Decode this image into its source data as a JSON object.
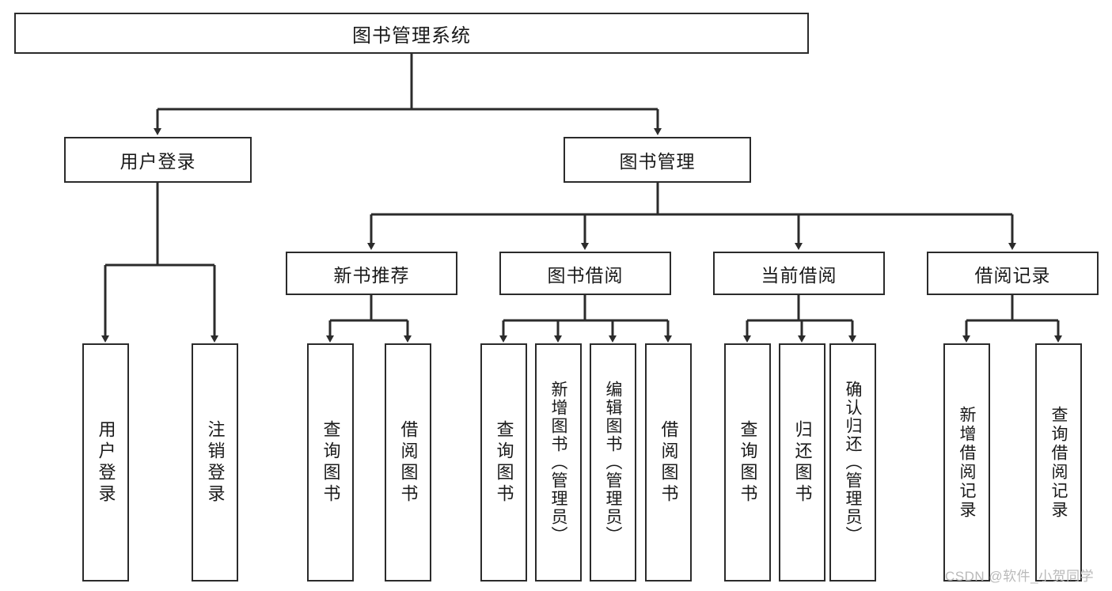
{
  "diagram": {
    "title": "图书管理系统",
    "type": "tree-hierarchy-diagram",
    "colors": {
      "box_border": "#2b2b2b",
      "box_fill": "#ffffff",
      "line": "#2b2b2b",
      "text": "#1a1a1a",
      "watermark": "#b9b9b9",
      "background": "#ffffff"
    },
    "root": {
      "label": "图书管理系统"
    },
    "level2": [
      {
        "label": "用户登录"
      },
      {
        "label": "图书管理"
      }
    ],
    "level3": [
      {
        "label": "新书推荐"
      },
      {
        "label": "图书借阅"
      },
      {
        "label": "当前借阅"
      },
      {
        "label": "借阅记录"
      }
    ],
    "leaves": {
      "user_login": [
        {
          "label": "用户登录"
        },
        {
          "label": "注销登录"
        }
      ],
      "new_book_recommend": [
        {
          "label": "查询图书"
        },
        {
          "label": "借阅图书"
        }
      ],
      "book_borrow": [
        {
          "label": "查询图书"
        },
        {
          "label": "新增图书（管理员）"
        },
        {
          "label": "编辑图书（管理员）"
        },
        {
          "label": "借阅图书"
        }
      ],
      "current_borrow": [
        {
          "label": "查询图书"
        },
        {
          "label": "归还图书"
        },
        {
          "label": "确认归还（管理员）"
        }
      ],
      "borrow_record": [
        {
          "label": "新增借阅记录"
        },
        {
          "label": "查询借阅记录"
        }
      ]
    },
    "watermark": "CSDN @软件_小贺同学"
  }
}
